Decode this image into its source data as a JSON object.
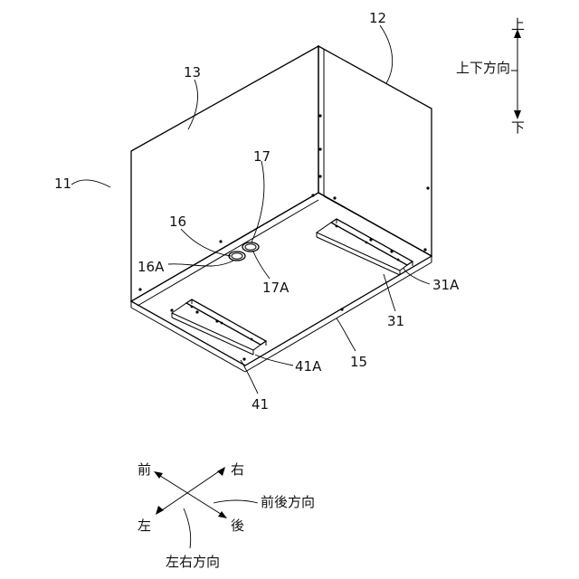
{
  "labels": {
    "housing": "11",
    "right_side_panel": "12",
    "top_panel": "13",
    "pipe": "16",
    "pipe_opening": "16A",
    "pipe_second": "17",
    "pipe_second_opening": "17A",
    "bottom_panel": "15",
    "rail_right": "31",
    "rail_right_flange": "31A",
    "rail_left": "41",
    "rail_left_flange": "41A"
  },
  "vertical_indicator": {
    "up": "上",
    "down": "下",
    "caption": "上下方向"
  },
  "horizontal_indicator": {
    "front": "前",
    "back": "後",
    "right": "右",
    "left": "左",
    "front_back_caption": "前後方向",
    "left_right_caption": "左右方向"
  }
}
